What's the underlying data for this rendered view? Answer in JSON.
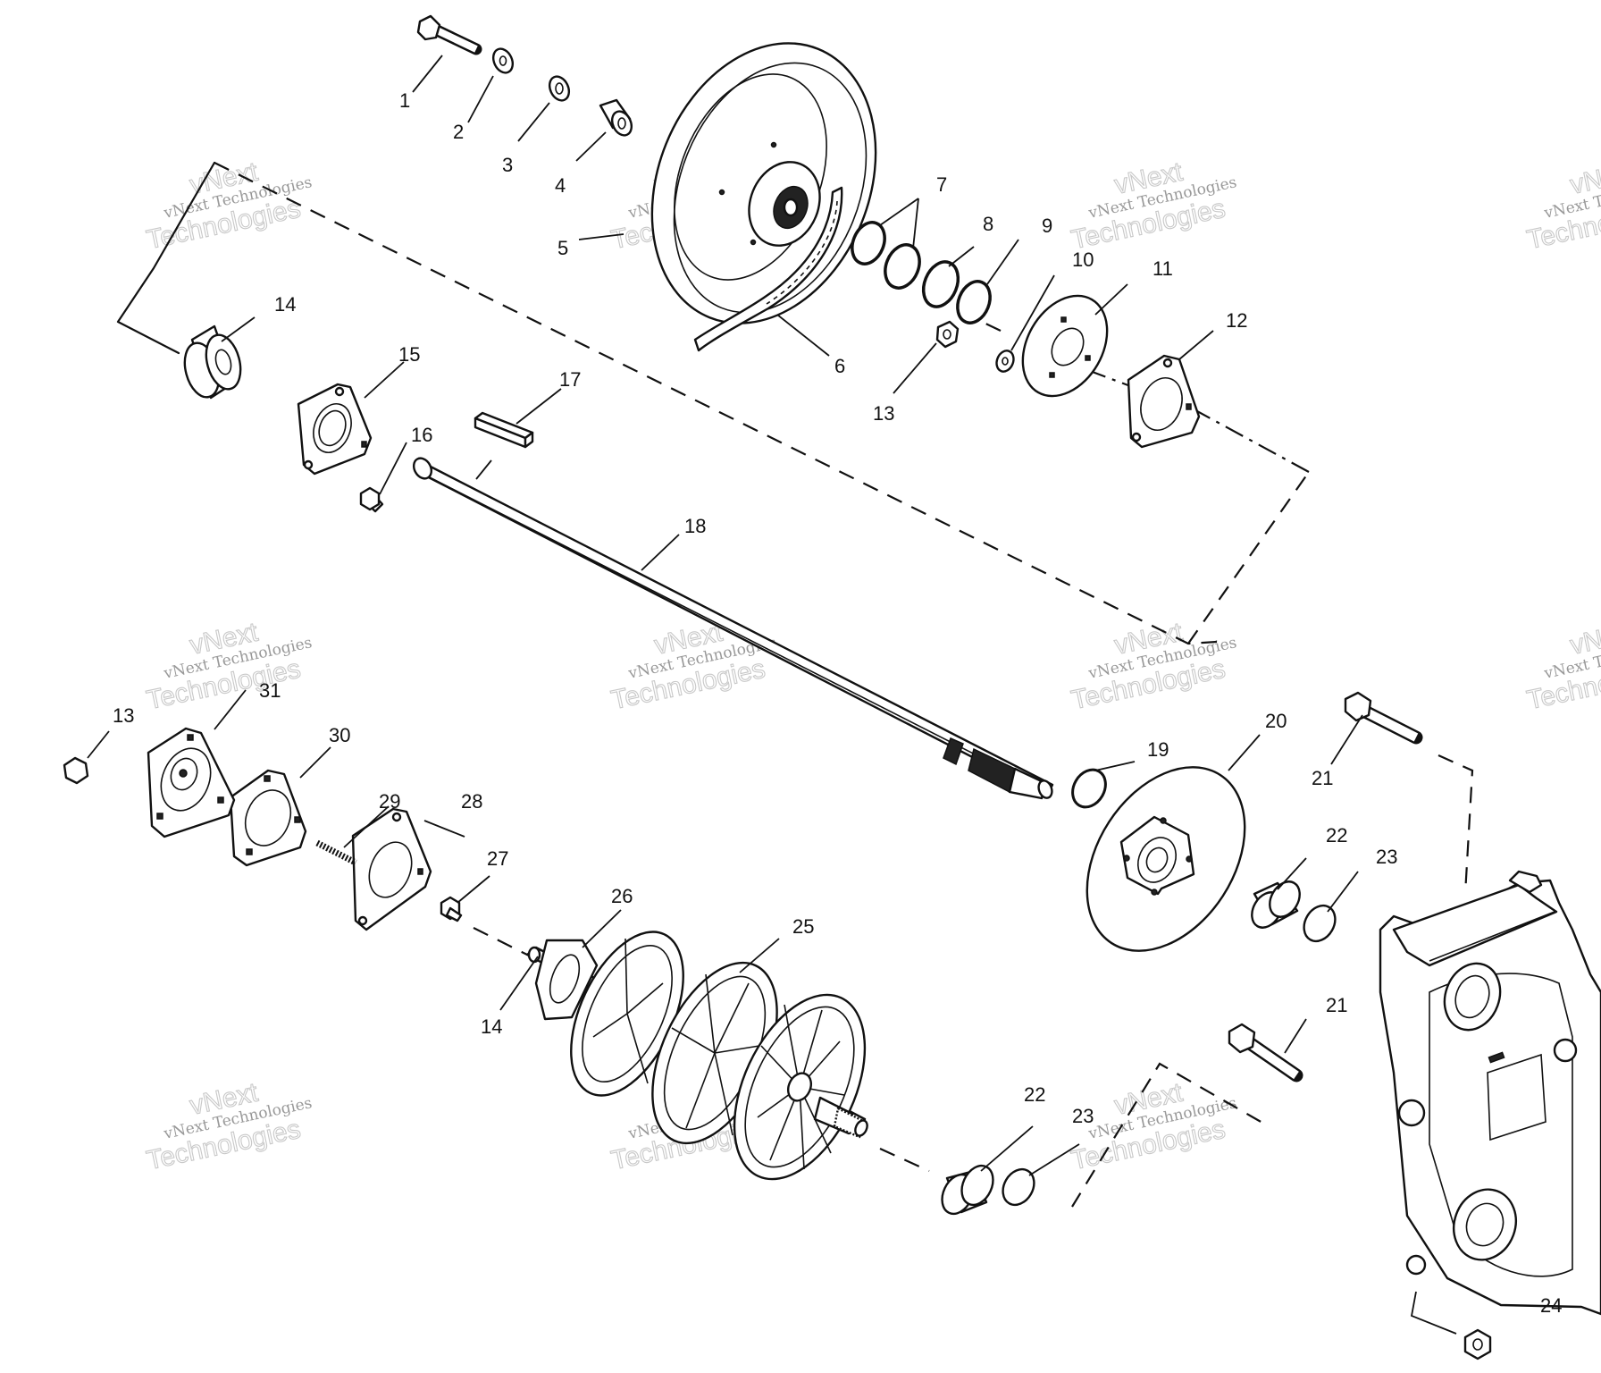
{
  "callouts": [
    {
      "label": "1"
    },
    {
      "label": "2"
    },
    {
      "label": "3"
    },
    {
      "label": "4"
    },
    {
      "label": "5"
    },
    {
      "label": "6"
    },
    {
      "label": "7"
    },
    {
      "label": "8"
    },
    {
      "label": "9"
    },
    {
      "label": "10"
    },
    {
      "label": "11"
    },
    {
      "label": "12"
    },
    {
      "label": "13"
    },
    {
      "label": "14"
    },
    {
      "label": "15"
    },
    {
      "label": "16"
    },
    {
      "label": "17"
    },
    {
      "label": "18"
    },
    {
      "label": "13"
    },
    {
      "label": "31"
    },
    {
      "label": "30"
    },
    {
      "label": "29"
    },
    {
      "label": "28"
    },
    {
      "label": "27"
    },
    {
      "label": "26"
    },
    {
      "label": "25"
    },
    {
      "label": "14"
    },
    {
      "label": "19"
    },
    {
      "label": "20"
    },
    {
      "label": "21"
    },
    {
      "label": "22"
    },
    {
      "label": "23"
    },
    {
      "label": "21"
    },
    {
      "label": "22"
    },
    {
      "label": "23"
    },
    {
      "label": "24"
    }
  ],
  "watermark": {
    "line1": "vNext Technologies",
    "line2": "Technologies",
    "line3": "vNext"
  }
}
